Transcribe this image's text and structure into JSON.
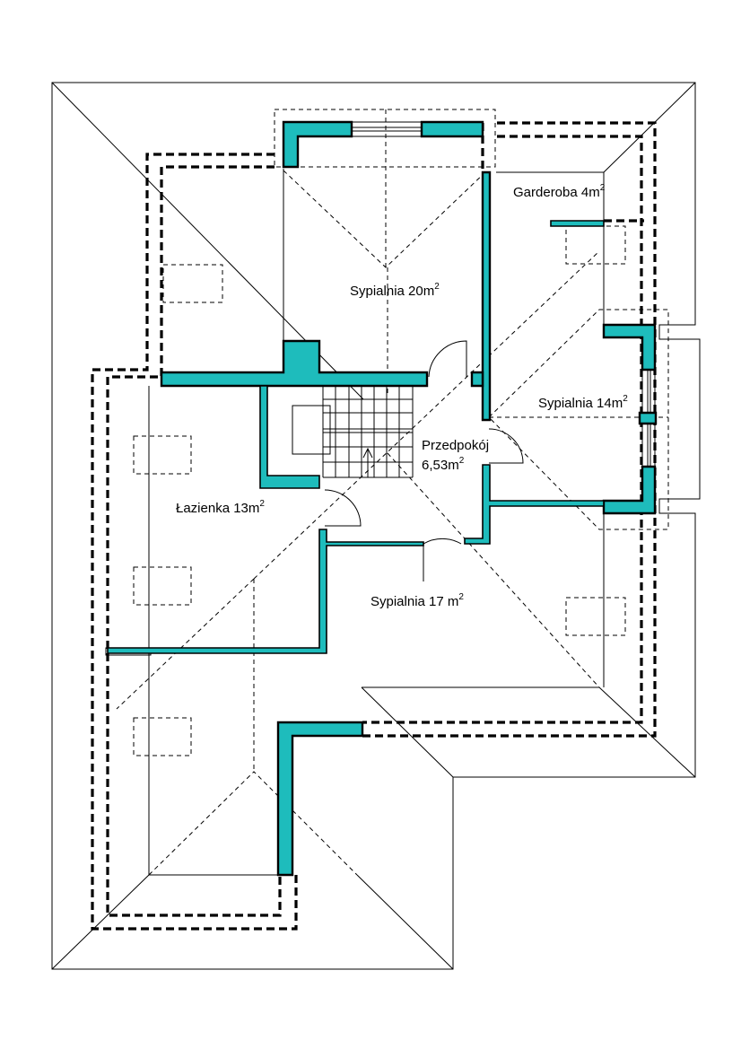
{
  "rooms": {
    "sypialnia_20": {
      "name": "Sypialnia 20m",
      "sup": "2"
    },
    "garderoba": {
      "name": "Garderoba 4m",
      "sup": "2"
    },
    "sypialnia_14": {
      "name": "Sypialnia 14m",
      "sup": "2"
    },
    "przedpokoj": {
      "name": "Przedpokój",
      "area": "6,53m",
      "sup": "2"
    },
    "lazienka": {
      "name": "Łazienka 13m",
      "sup": "2"
    },
    "sypialnia_17": {
      "name": "Sypialnia 17 m",
      "sup": "2"
    }
  },
  "colors": {
    "wall_fill": "#1ebcbc",
    "line": "#000000",
    "background": "#ffffff"
  }
}
